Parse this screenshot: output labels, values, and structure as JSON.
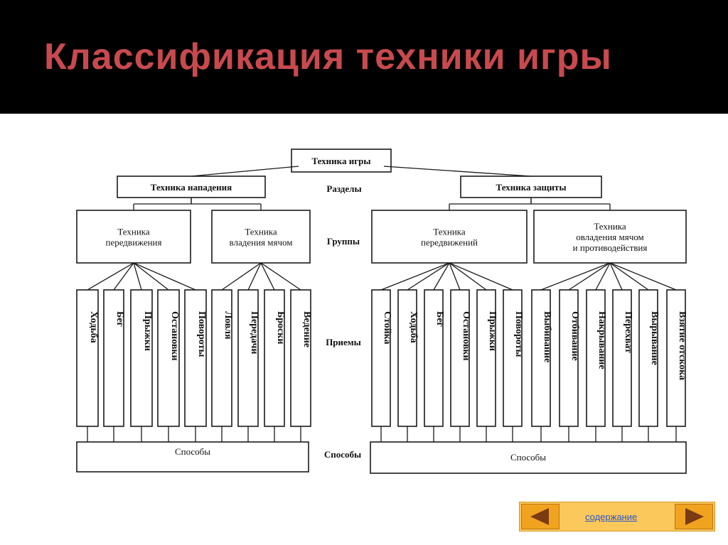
{
  "page": {
    "title": "Классификация техники игры",
    "title_color": "#c84a4e",
    "bar_color": "#000000"
  },
  "diagram": {
    "root": "Техника игры",
    "sections": [
      "Техника нападения",
      "Техника защиты"
    ],
    "groups": [
      [
        "Техника",
        "передвижения"
      ],
      [
        "Техника",
        "владения мячом"
      ],
      [
        "Техника",
        "передвижений"
      ],
      [
        "Техника",
        "овладения мячом",
        "и противодействия"
      ]
    ],
    "techniques": [
      [
        "Ходьба",
        "Бег",
        "Прыжки",
        "Остановки",
        "Повороты"
      ],
      [
        "Ловля",
        "Передачи",
        "Броски",
        "Ведение"
      ],
      [
        "Стойка",
        "Ходьба",
        "Бег",
        "Остановки",
        "Прыжки",
        "Повороты"
      ],
      [
        "Выбивание",
        "Отбивание",
        "Накрывание",
        "Перехват",
        "Вырывание",
        "Взятие отскока"
      ]
    ],
    "methods": [
      "Способы",
      "Способы"
    ],
    "side_labels": {
      "sections": "Разделы",
      "groups": "Группы",
      "techniques": "Приемы",
      "methods": "Способы"
    }
  },
  "nav": {
    "link": "содержание",
    "prev_icon": "arrow-left-icon",
    "next_icon": "arrow-right-icon"
  }
}
